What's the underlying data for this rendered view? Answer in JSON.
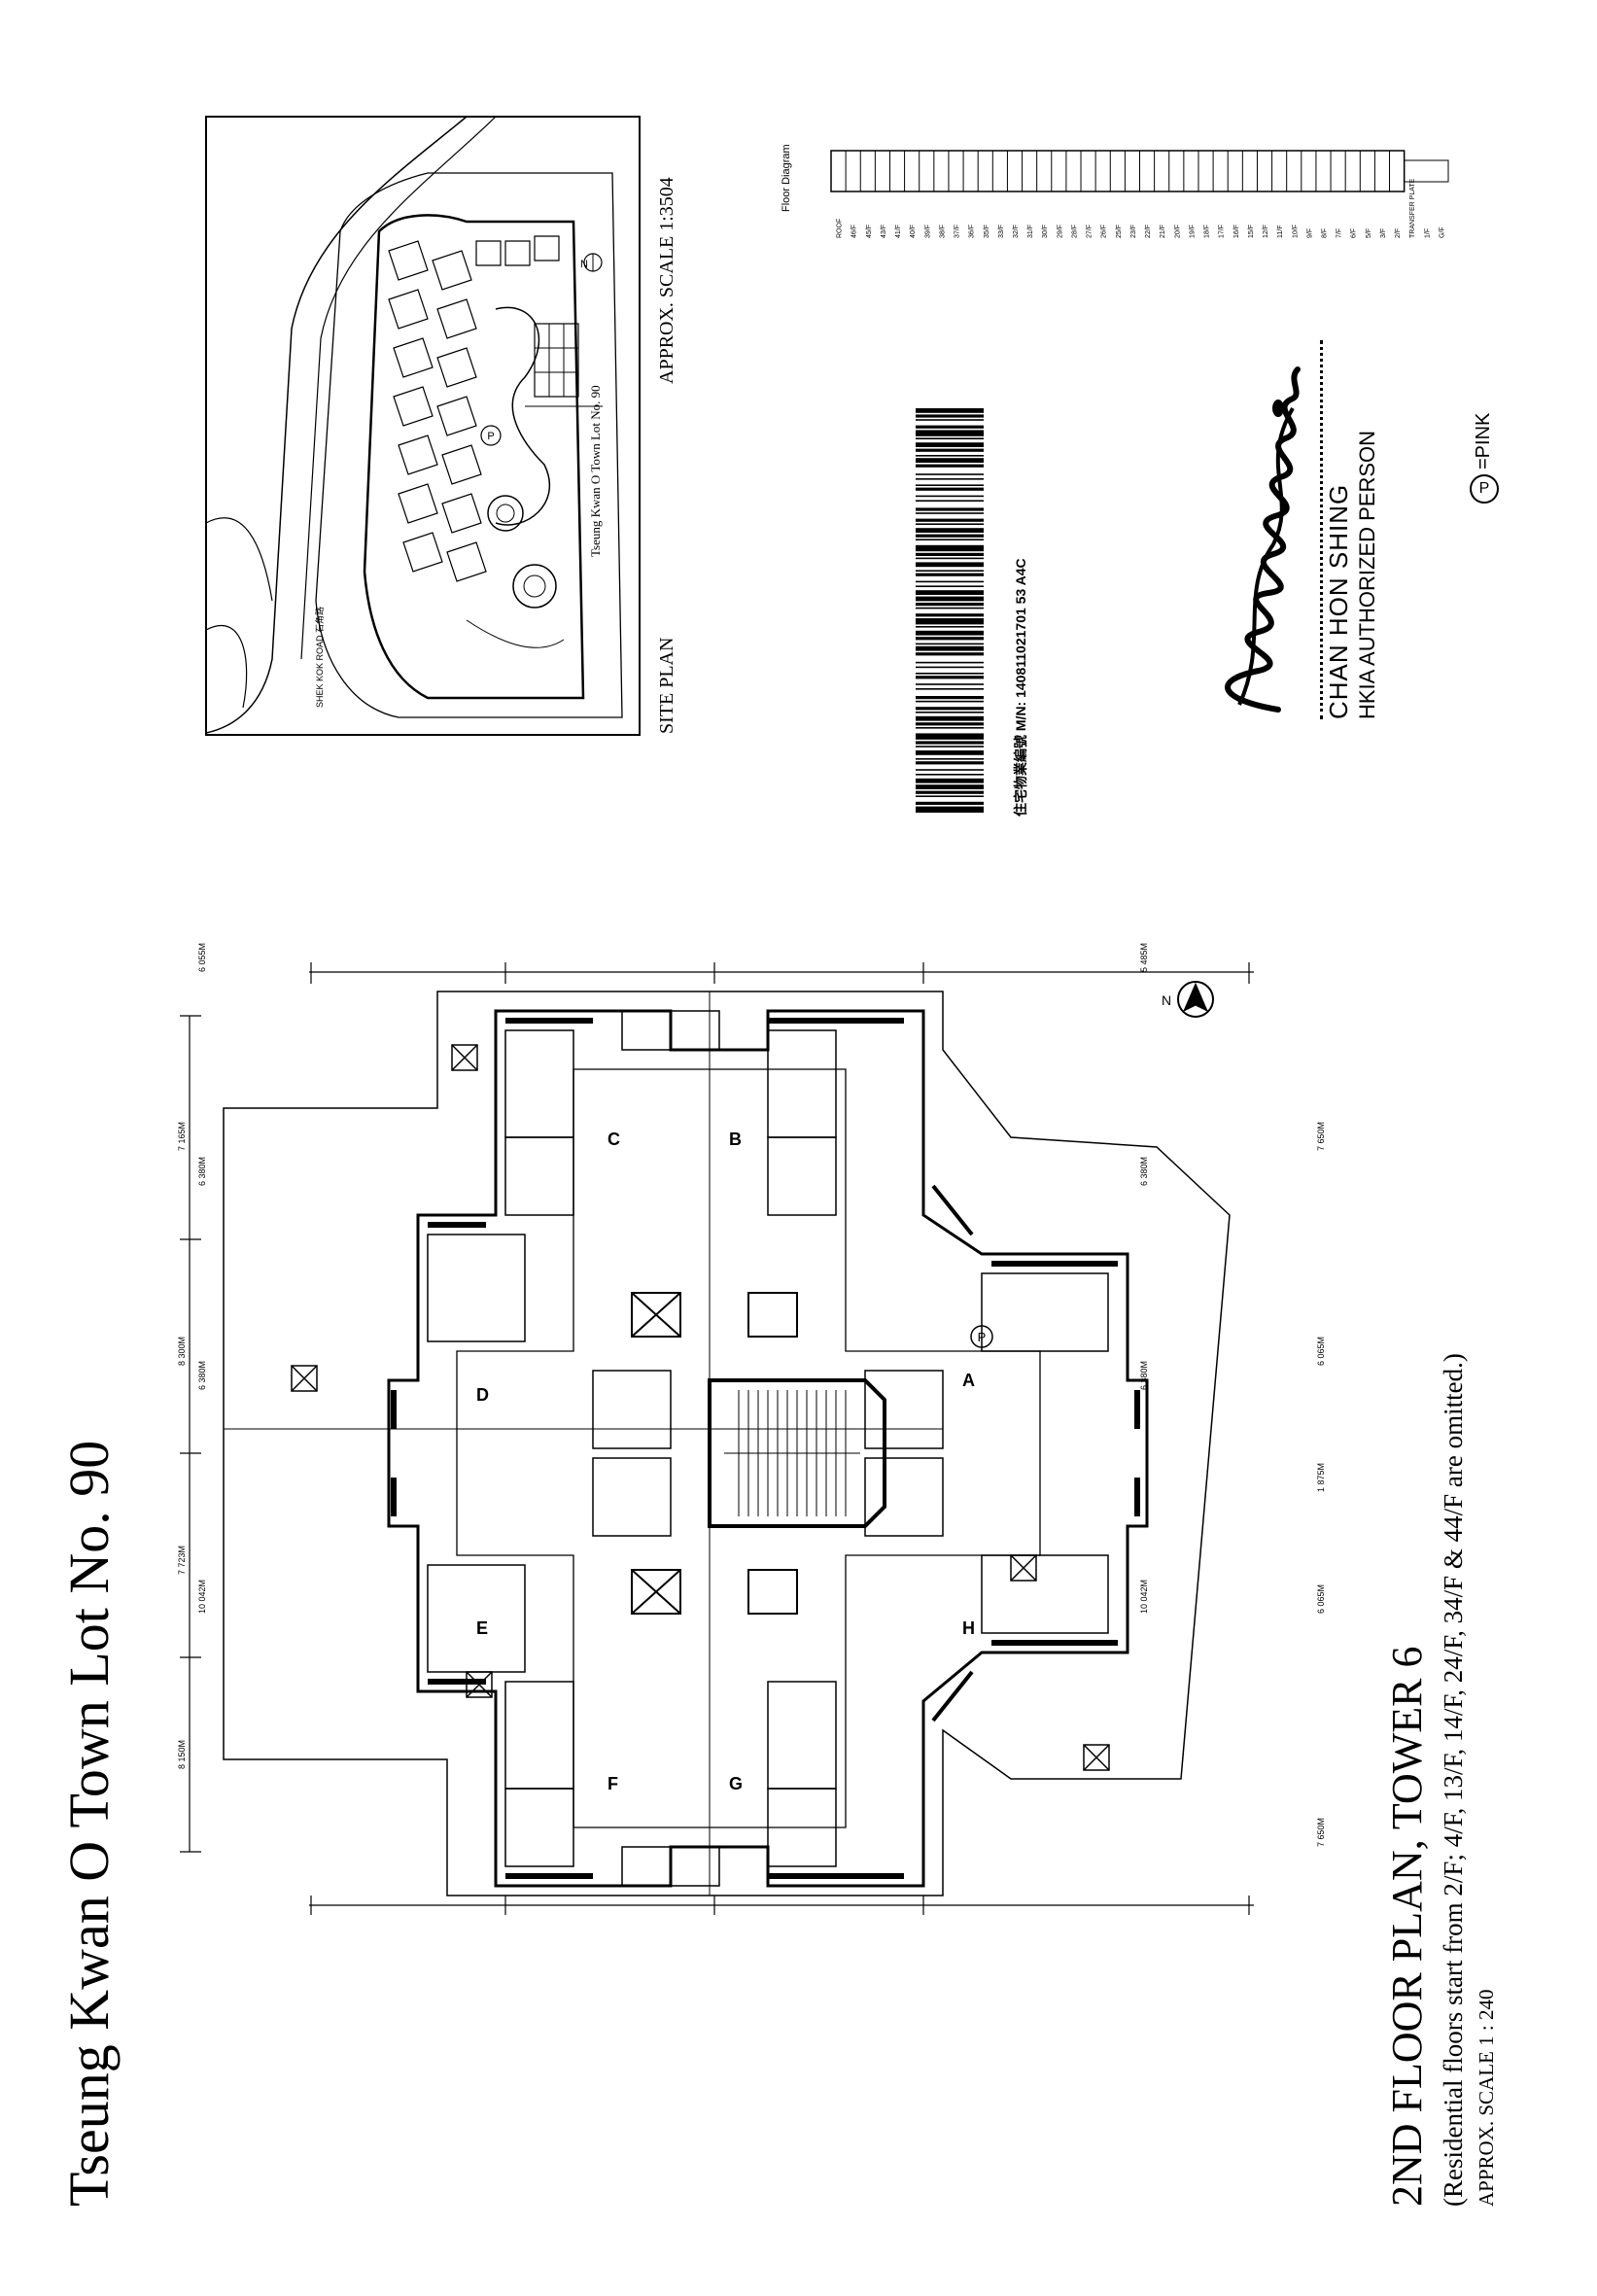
{
  "page_title": "Tseung Kwan O Town Lot No. 90",
  "site_plan": {
    "label": "SITE PLAN",
    "scale": "APPROX. SCALE 1:3504",
    "lot_label": "Tseung Kwan O Town Lot No. 90",
    "road_label": "SHEK KOK ROAD 石角路",
    "north": "N",
    "marker": "P"
  },
  "barcode": {
    "text": "住宅物業編號 M/N: 140811021701 53  A4C"
  },
  "floor_diagram": {
    "title": "Floor Diagram",
    "floors": [
      "ROOF",
      "46/F",
      "45/F",
      "43/F",
      "41/F",
      "40/F",
      "39/F",
      "38/F",
      "37/F",
      "36/F",
      "35/F",
      "33/F",
      "32/F",
      "31/F",
      "30/F",
      "29/F",
      "28/F",
      "27/F",
      "26/F",
      "25/F",
      "23/F",
      "22/F",
      "21/F",
      "20/F",
      "19/F",
      "18/F",
      "17/F",
      "16/F",
      "15/F",
      "12/F",
      "11/F",
      "10/F",
      "9/F",
      "8/F",
      "7/F",
      "6/F",
      "5/F",
      "3/F",
      "2/F",
      "TRANSFER PLATE",
      "1/F",
      "G/F"
    ]
  },
  "signature": {
    "name": "CHAN HON SHING",
    "role": "HKIA AUTHORIZED PERSON"
  },
  "legend": {
    "symbol": "P",
    "text": "=PINK"
  },
  "floor_plan": {
    "title": "2ND FLOOR PLAN, TOWER 6",
    "note": "(Residential floors start from 2/F; 4/F, 13/F, 14/F, 24/F, 34/F & 44/F are omitted.)",
    "scale": "APPROX. SCALE 1 : 240",
    "north": "N",
    "units": [
      "A",
      "B",
      "C",
      "D",
      "E",
      "F",
      "G",
      "H"
    ],
    "marker": "P",
    "dims_top": [
      "6 055M",
      "6 380M",
      "6 380M",
      "10 042M"
    ],
    "dims_bottom": [
      "5 485M",
      "6 380M",
      "6 380M",
      "10 042M"
    ],
    "dims_left": [
      "7 165M",
      "8 300M",
      "7 723M",
      "8 150M"
    ],
    "dims_right": [
      "7 650M",
      "6 065M",
      "1 875M",
      "6 065M",
      "7 650M"
    ]
  }
}
